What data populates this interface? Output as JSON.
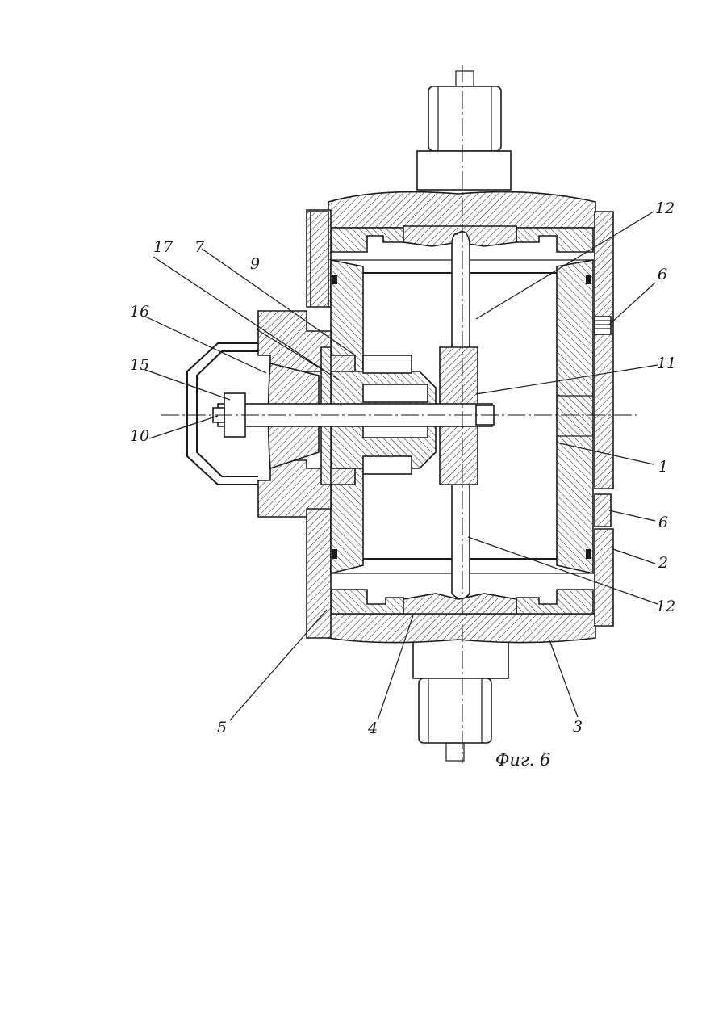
{
  "caption": "Фиг. 6",
  "labels": {
    "l1": "1",
    "l2": "2",
    "l3": "3",
    "l4": "4",
    "l5": "5",
    "l6a": "6",
    "l6b": "6",
    "l7": "7",
    "l9": "9",
    "l10": "10",
    "l11": "11",
    "l12a": "12",
    "l12b": "12",
    "l15": "15",
    "l16": "16",
    "l17": "17"
  },
  "colors": {
    "ink": "#1a1a1a",
    "paper": "#ffffff"
  }
}
